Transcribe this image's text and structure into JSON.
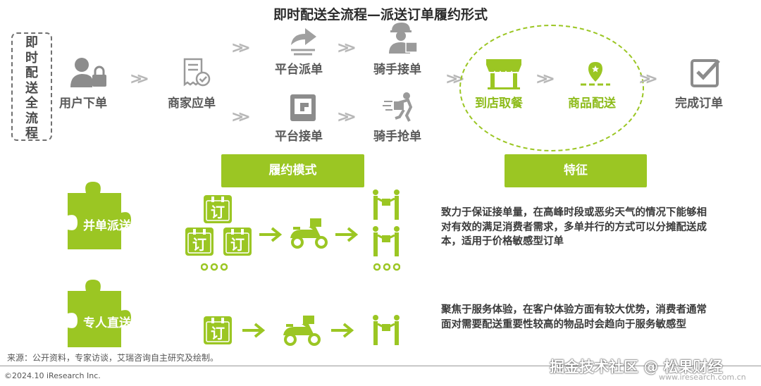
{
  "title": "即时配送全流程—派送订单履约形式",
  "process_label": "即时配送全流程",
  "steps": {
    "user_order": "用户下单",
    "merchant_accept": "商家应单",
    "platform_dispatch": "平台派单",
    "platform_accept": "平台接单",
    "rider_accept": "骑手接单",
    "rider_grab": "骑手抢单",
    "pickup": "到店取餐",
    "delivery": "商品配送",
    "complete": "完成订单"
  },
  "headers": {
    "mode": "履约模式",
    "feature": "特征"
  },
  "modes": [
    {
      "name": "并单派送",
      "desc": "致力于保证接单量，在高峰时段或恶劣天气的情况下能够相对有效的满足消费者需求，多单并行的方式可以分摊配送成本，适用于价格敏感型订单"
    },
    {
      "name": "专人直送",
      "desc": "聚焦于服务体验，在客户体验方面有较大优势，消费者通常面对需要配送重要性较高的物品时会趋向于服务敏感型"
    }
  ],
  "order_glyph": "订",
  "source": "来源：公开资料，专家访谈，艾瑞咨询自主研究及绘制。",
  "copyright": "©2024.10 iResearch Inc.",
  "watermark": "掘金技术社区 @ 松果财经",
  "watermark_url": "www.iresearch.com.cn",
  "colors": {
    "accent": "#9bc623",
    "gray_icon": "#8c8c8c"
  }
}
